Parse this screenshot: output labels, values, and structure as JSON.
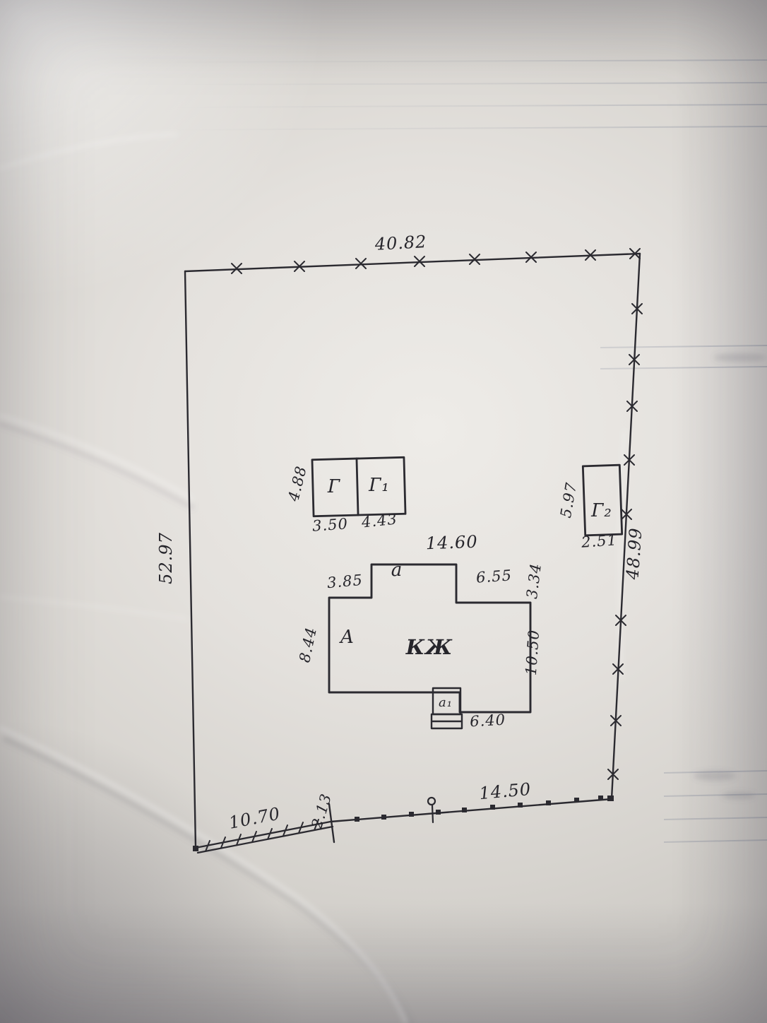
{
  "colors": {
    "ink": "#2b2a30",
    "paper_light": "#eeece8",
    "paper_dark": "#c8c5c0"
  },
  "plan": {
    "boundary": {
      "top_length": "40.82",
      "left_length": "52.97",
      "right_length": "48.99",
      "bottom_fence_length": "10.70",
      "bottom_gap_length": "2.13",
      "bottom_right_length": "14.50"
    },
    "garage_block": {
      "left_unit_label": "Г",
      "right_unit_label": "Г₁",
      "left_width": "3.50",
      "right_width": "4.43",
      "depth": "4.88"
    },
    "shed": {
      "label": "Г₂",
      "depth": "5.97",
      "width": "2.51"
    },
    "house": {
      "label": "КЖ",
      "wing_label": "А",
      "porch_top_label": "а",
      "porch_bottom_label": "а₁",
      "top_width": "14.60",
      "left_top_width": "3.85",
      "right_top_width": "6.55",
      "porch_side_depth": "3.34",
      "left_depth": "8.44",
      "right_depth": "10.50",
      "bottom_right_width": "6.40"
    }
  }
}
